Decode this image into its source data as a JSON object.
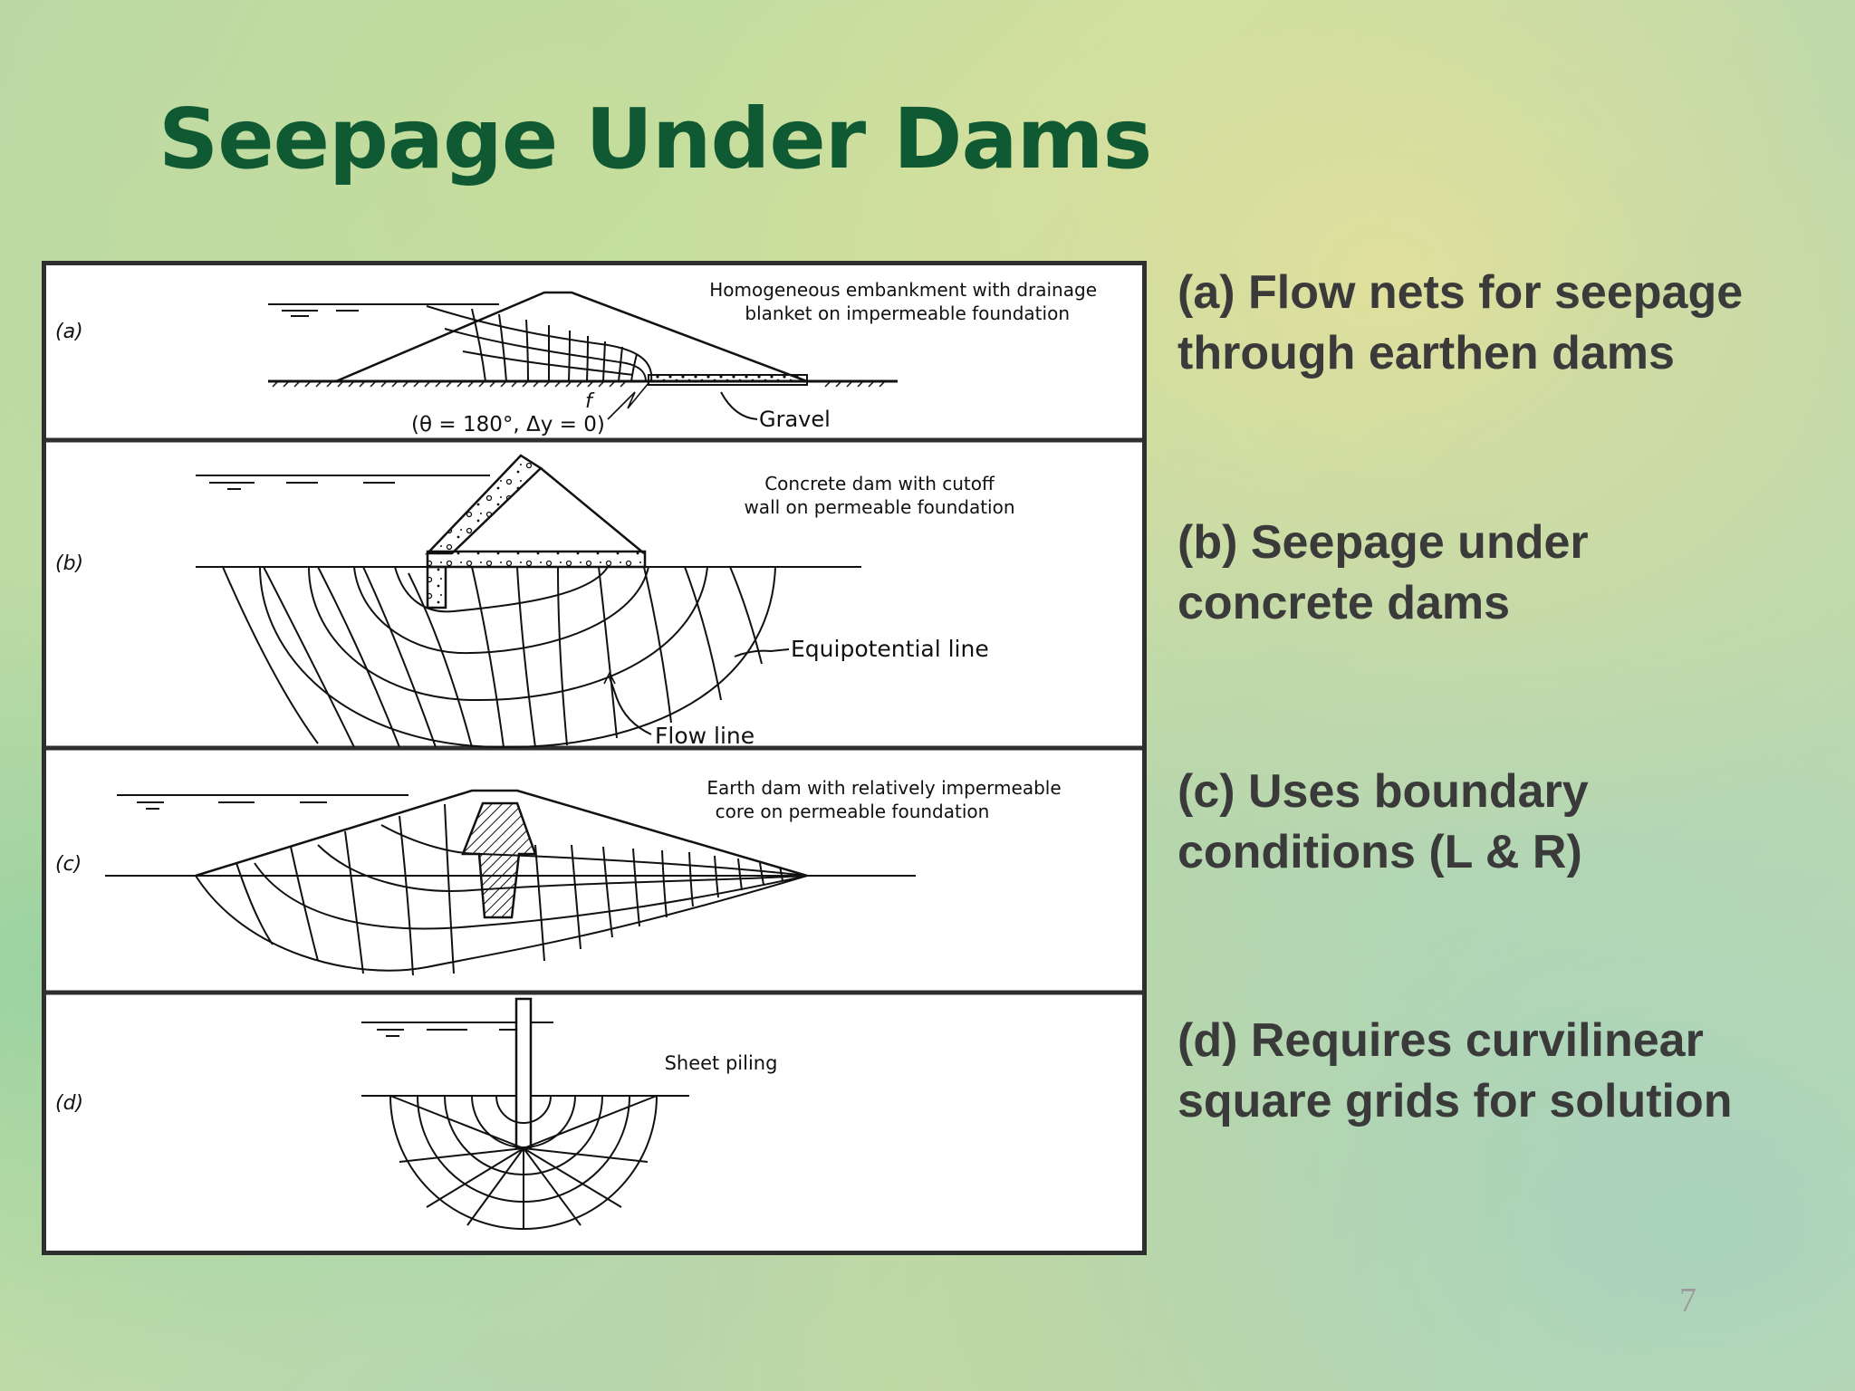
{
  "slide": {
    "title": "Seepage Under Dams",
    "page_number": "7"
  },
  "figure": {
    "panels": [
      {
        "letter": "(a)",
        "caption_lines": [
          "Homogeneous embankment with drainage",
          "blanket on impermeable foundation"
        ],
        "annotations": [
          "(θ = 180°, Δy = 0)",
          "Gravel",
          "f"
        ]
      },
      {
        "letter": "(b)",
        "caption_lines": [
          "Concrete dam with cutoff",
          "wall on permeable foundation"
        ],
        "annotations": [
          "Equipotential line",
          "Flow line"
        ]
      },
      {
        "letter": "(c)",
        "caption_lines": [
          "Earth dam with relatively impermeable",
          "core on permeable foundation"
        ],
        "annotations": []
      },
      {
        "letter": "(d)",
        "caption_lines": [
          "Sheet piling"
        ],
        "annotations": []
      }
    ]
  },
  "bullets": [
    {
      "lines": [
        "(a) Flow nets for seepage",
        "through earthen dams"
      ]
    },
    {
      "lines": [
        "(b) Seepage under",
        "concrete dams"
      ]
    },
    {
      "lines": [
        "(c) Uses boundary",
        "conditions (L & R)"
      ]
    },
    {
      "lines": [
        "(d) Requires curvilinear",
        "square grids for solution"
      ]
    }
  ],
  "colors": {
    "title": "#0f5a32",
    "bullet_text": "#3a3a3a",
    "figure_border": "#2f2f2f"
  }
}
